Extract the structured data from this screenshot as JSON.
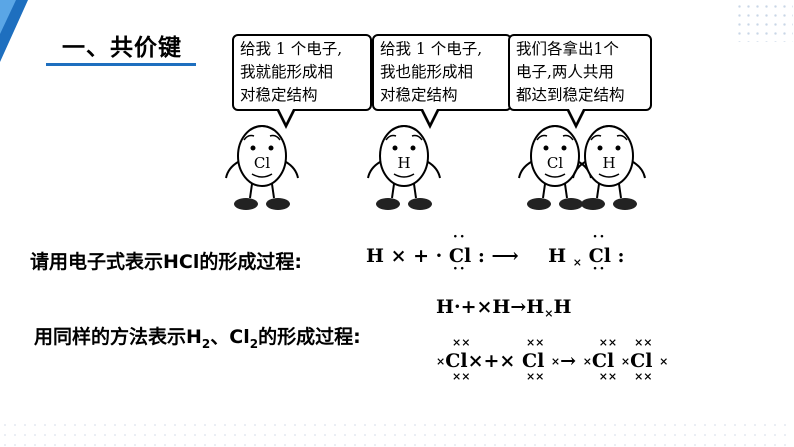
{
  "header": {
    "title": "一、共价键"
  },
  "bubbles": [
    {
      "line1": "给我 1 个电子,",
      "line2": "我就能形成相",
      "line3": "对稳定结构"
    },
    {
      "line1": "给我 1 个电子,",
      "line2": "我也能形成相",
      "line3": "对稳定结构"
    },
    {
      "line1": "我们各拿出1个",
      "line2": "电子,两人共用",
      "line3": "都达到稳定结构"
    }
  ],
  "characters": [
    {
      "symbol": "Cl"
    },
    {
      "symbol": "H"
    },
    {
      "symbol": "Cl"
    },
    {
      "symbol": "H"
    }
  ],
  "hcl": {
    "prompt": "请用电子式表示HCl的形成过程:",
    "h": "H",
    "x": "×",
    "plus": "+",
    "dot": "·",
    "cl": "Cl",
    "colon": ":",
    "arrow": "⟶"
  },
  "h2cl2": {
    "prompt_a": "用同样的方法表示H",
    "sub2": "2",
    "prompt_b": "、Cl",
    "prompt_c": "的形成过程:",
    "h2_eq": "H·+×H→H",
    "h": "H",
    "cl": "Cl",
    "x": "×",
    "xx": "××",
    "plus": "+",
    "arrow": "→"
  }
}
